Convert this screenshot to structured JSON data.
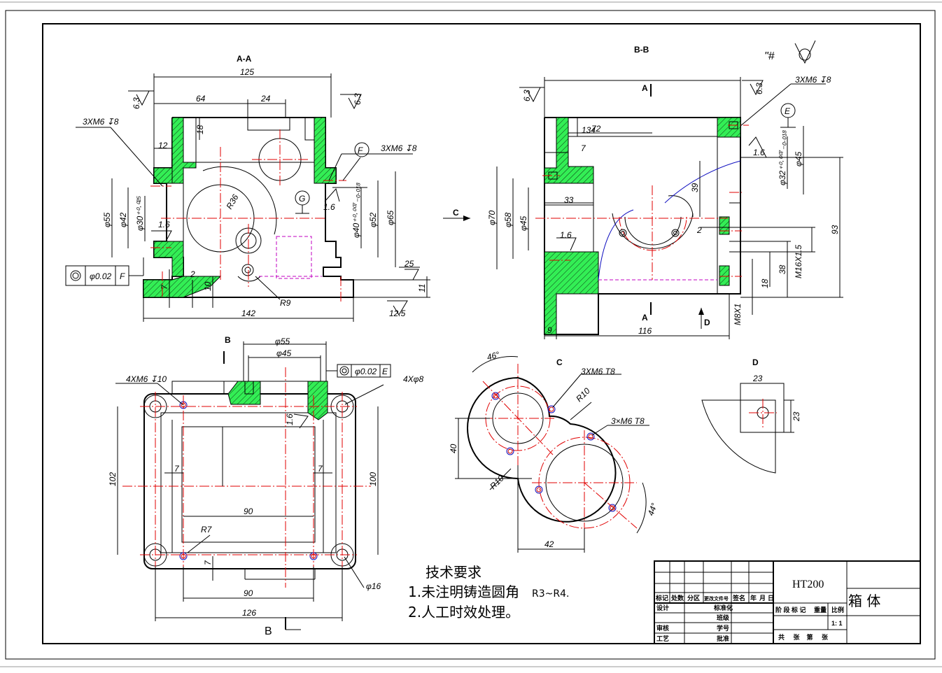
{
  "views": {
    "aa": {
      "label": "A-A"
    },
    "bb": {
      "label": "B-B"
    },
    "b": {
      "label": "B"
    },
    "c": {
      "label": "C"
    },
    "d": {
      "label": "D"
    }
  },
  "marks": {
    "A": "A",
    "B": "B",
    "C": "C",
    "D": "D",
    "E": "E",
    "F": "F",
    "G": "G"
  },
  "symbols": {
    "corner_roughness": "\"#"
  },
  "dims_aa": [
    "125",
    "64",
    "24",
    "6.3",
    "6.3",
    "3XM6 ↧8",
    "12",
    "18",
    "3XM6 ↧8",
    "φ55",
    "φ42",
    "φ30⁺⁰·⁰²⁵",
    "R36",
    "1.6",
    "1.6",
    "φ40⁺⁰·⁰⁰⁷₋₀.₀₁₈",
    "φ52",
    "φ65",
    "2",
    "10",
    "7",
    "25",
    "11",
    "R9",
    "142",
    "12.5",
    "φ0.02",
    "F"
  ],
  "dims_bb": [
    "134",
    "6.3",
    "6.3",
    "3XM6 ↧8",
    "72",
    "7",
    "33",
    "φ70",
    "φ58",
    "φ45",
    "1.6",
    "39",
    "φ32⁺⁰·⁰⁰⁷₋₀.₀₁₈",
    "φ45",
    "1.6",
    "2",
    "93",
    "38",
    "M16X1.5",
    "18",
    "M8X1",
    "9",
    "116"
  ],
  "dims_b": [
    "φ55",
    "φ45",
    "4XM6 ↧10",
    "φ0.02",
    "E",
    "4Xφ8",
    "1.6",
    "7",
    "7",
    "102",
    "100",
    "90",
    "R7",
    "7",
    "90",
    "φ16",
    "126"
  ],
  "dims_c": [
    "46°",
    "3XM6 T8",
    "R10",
    "3×M6 T8",
    "40",
    "R10",
    "44°",
    "42"
  ],
  "dims_d": [
    "23",
    "23"
  ],
  "notes": {
    "title": "技术要求",
    "line1_a": "1.未注明铸造圆角",
    "line1_b": "R3~R4.",
    "line2": "2.人工时效处理。"
  },
  "title_block": {
    "material": "HT200",
    "part_name": "箱  体",
    "row_headers": [
      "标记",
      "处数",
      "分区",
      "更改文件号",
      "签名",
      "年",
      "月",
      "日"
    ],
    "labels": {
      "design": "设计",
      "standardize": "标准化",
      "class": "班级",
      "review": "审核",
      "student_id": "学号",
      "process": "工艺",
      "approve": "批准",
      "stage": "阶 段 标 记",
      "weight": "重量",
      "scale": "比例",
      "scale_value": "1: 1",
      "sheets": "共     张    第     张"
    }
  }
}
